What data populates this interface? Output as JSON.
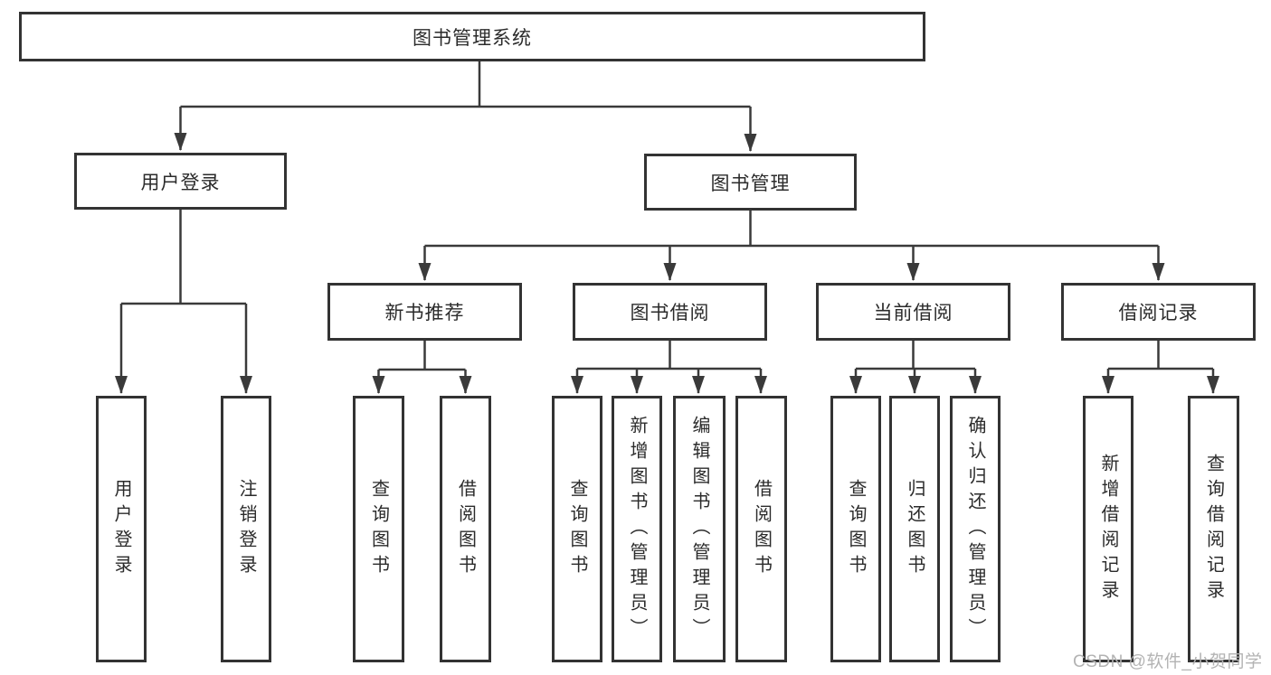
{
  "colors": {
    "box_border": "#333333",
    "connector_line": "#3a3a3a",
    "text": "#2b2b2b",
    "watermark": "#b3b3b3",
    "background": "#ffffff"
  },
  "root": {
    "label": "图书管理系统"
  },
  "user_login": {
    "label": "用户登录",
    "children": [
      "用户登录",
      "注销登录"
    ]
  },
  "book_management": {
    "label": "图书管理"
  },
  "sections": [
    {
      "label": "新书推荐",
      "children": [
        "查询图书",
        "借阅图书"
      ]
    },
    {
      "label": "图书借阅",
      "children": [
        "查询图书",
        "新增图书（管理员）",
        "编辑图书（管理员）",
        "借阅图书"
      ]
    },
    {
      "label": "当前借阅",
      "children": [
        "查询图书",
        "归还图书",
        "确认归还（管理员）"
      ]
    },
    {
      "label": "借阅记录",
      "children": [
        "新增借阅记录",
        "查询借阅记录"
      ]
    }
  ],
  "watermark": {
    "text": "CSDN @软件_小贺同学"
  }
}
